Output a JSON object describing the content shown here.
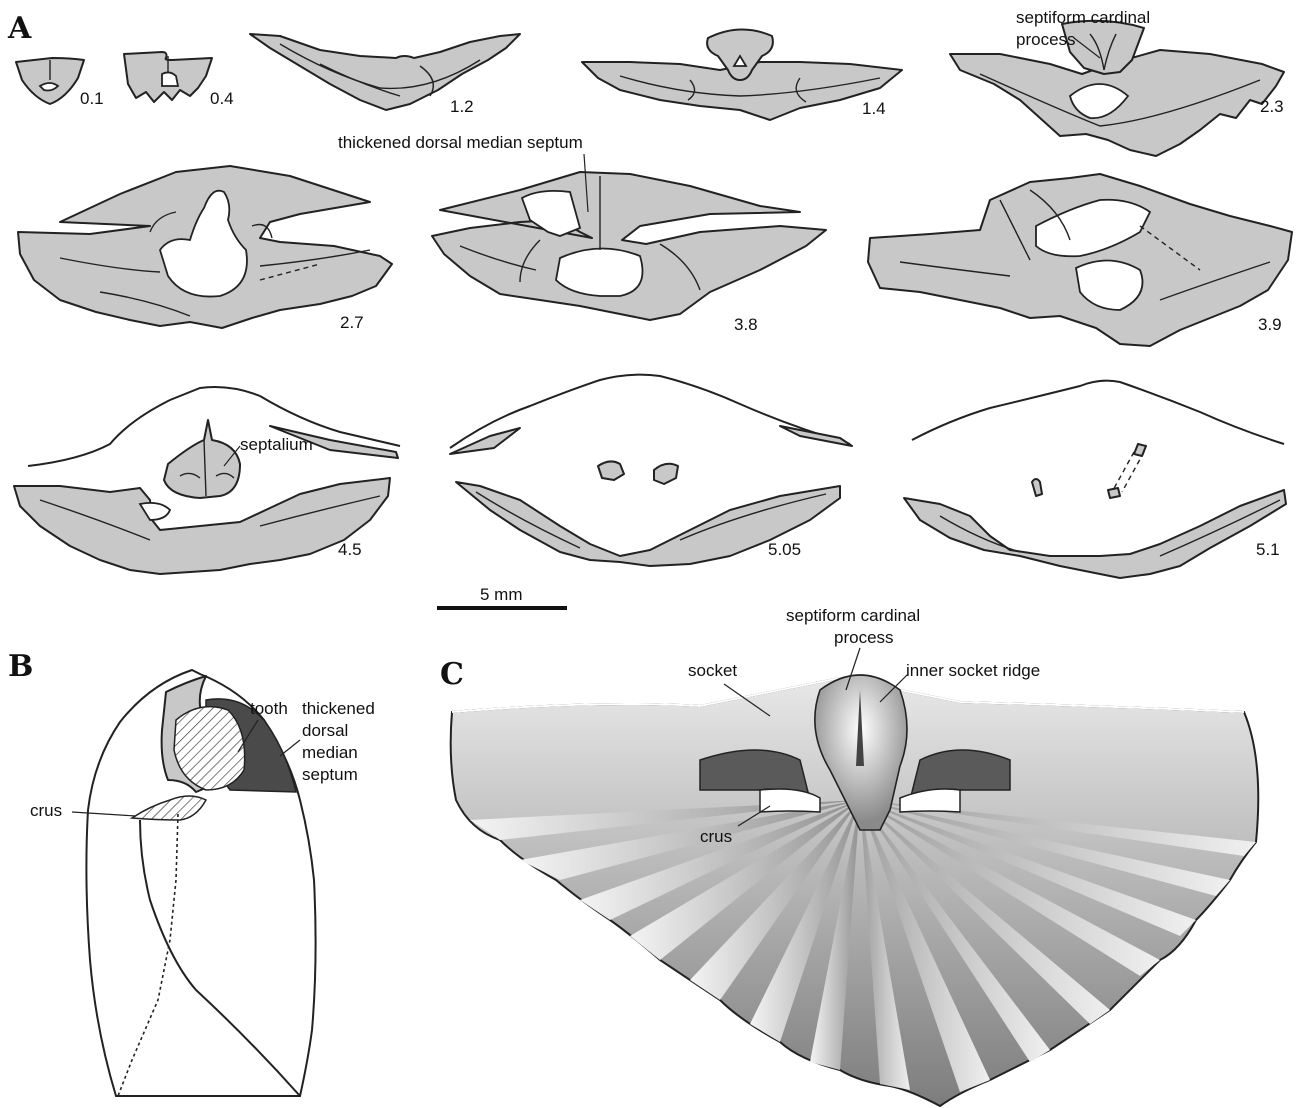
{
  "panels": {
    "a": "A",
    "b": "B",
    "c": "C"
  },
  "section_labels": [
    "0.1",
    "0.4",
    "1.2",
    "1.4",
    "2.3",
    "2.7",
    "3.8",
    "3.9",
    "4.5",
    "5.05",
    "5.1"
  ],
  "annotations": {
    "septiform_cardinal_process_a_line1": "septiform cardinal",
    "septiform_cardinal_process_a_line2": "process",
    "thickened_dorsal_median_septum_a": "thickened dorsal median septum",
    "septalium": "septalium",
    "scale_bar": "5 mm",
    "tooth": "tooth",
    "thickened_b_line1": "thickened",
    "thickened_b_line2": "dorsal",
    "thickened_b_line3": "median",
    "thickened_b_line4": "septum",
    "crus_b": "crus",
    "septiform_cardinal_process_c_line1": "septiform cardinal",
    "septiform_cardinal_process_c_line2": "process",
    "socket": "socket",
    "inner_socket_ridge": "inner socket ridge",
    "crus_c": "crus"
  },
  "colors": {
    "section_fill": "#c8c8c8",
    "outline": "#222222",
    "septum_dark": "#4a4a4a",
    "shell_light": "#f2f2f2",
    "shell_dark": "#8a8a8a"
  }
}
